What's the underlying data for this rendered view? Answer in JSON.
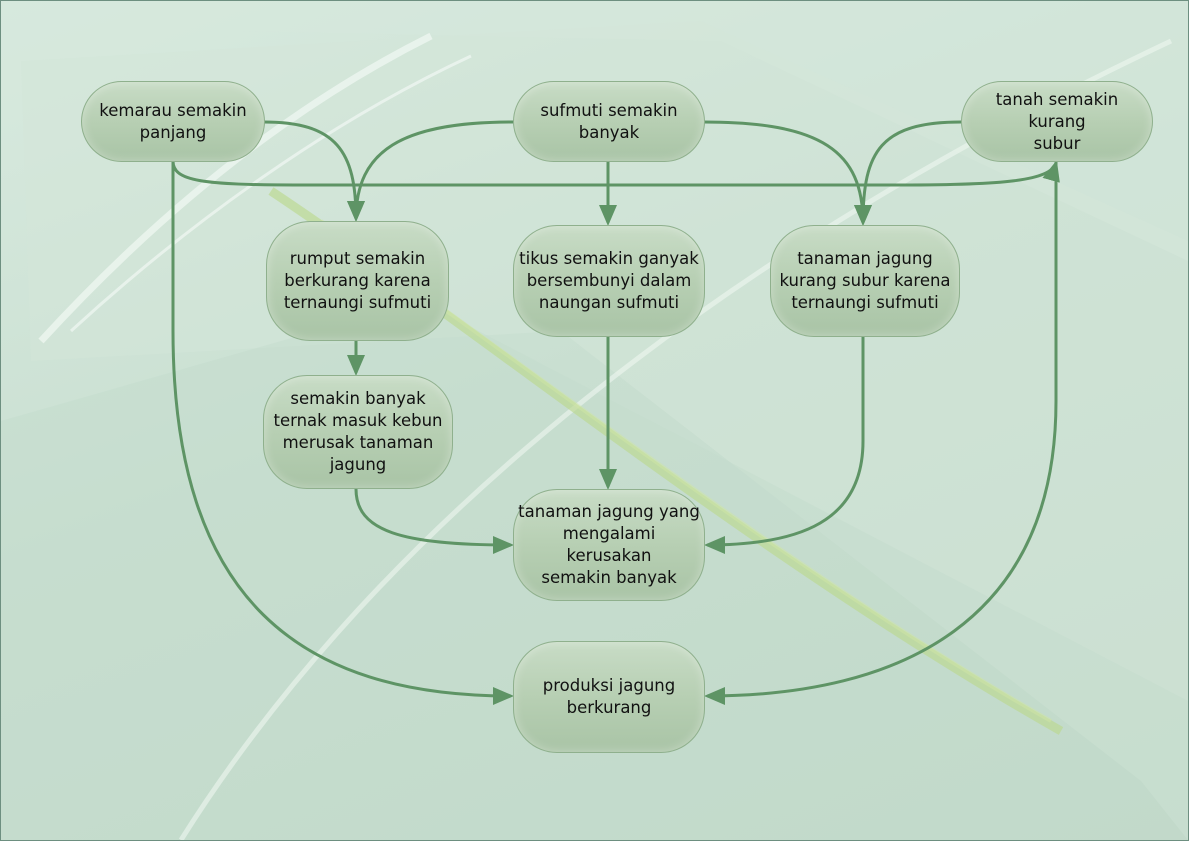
{
  "nodes": {
    "kemarau": "kemarau semakin\npanjang",
    "sufmuti": "sufmuti semakin\nbanyak",
    "tanah": "tanah semakin kurang\nsubur",
    "rumput": "rumput semakin\nberkurang karena\nternaungi sufmuti",
    "tikus": "tikus semakin ganyak\nbersembunyi dalam\nnaungan sufmuti",
    "tanaman_kurang_subur": "tanaman jagung\nkurang subur karena\nternaungi sufmuti",
    "ternak": "semakin banyak\nternak masuk kebun\nmerusak tanaman\njagung",
    "kerusakan": "tanaman jagung yang\nmengalami kerusakan\nsemakin banyak",
    "produksi": "produksi jagung\nberkurang"
  },
  "edges": [
    {
      "from": "kemarau",
      "to": "rumput"
    },
    {
      "from": "sufmuti",
      "to": "rumput"
    },
    {
      "from": "sufmuti",
      "to": "tikus"
    },
    {
      "from": "sufmuti",
      "to": "tanaman_kurang_subur"
    },
    {
      "from": "tanah",
      "to": "tanaman_kurang_subur"
    },
    {
      "from": "kemarau",
      "to": "tanah"
    },
    {
      "from": "kemarau",
      "to": "produksi"
    },
    {
      "from": "tanah",
      "to": "produksi"
    },
    {
      "from": "rumput",
      "to": "ternak"
    },
    {
      "from": "ternak",
      "to": "kerusakan"
    },
    {
      "from": "tikus",
      "to": "kerusakan"
    },
    {
      "from": "tanaman_kurang_subur",
      "to": "kerusakan"
    }
  ],
  "colors": {
    "edge": "#5e9465",
    "node_border": "#8fb08d"
  }
}
